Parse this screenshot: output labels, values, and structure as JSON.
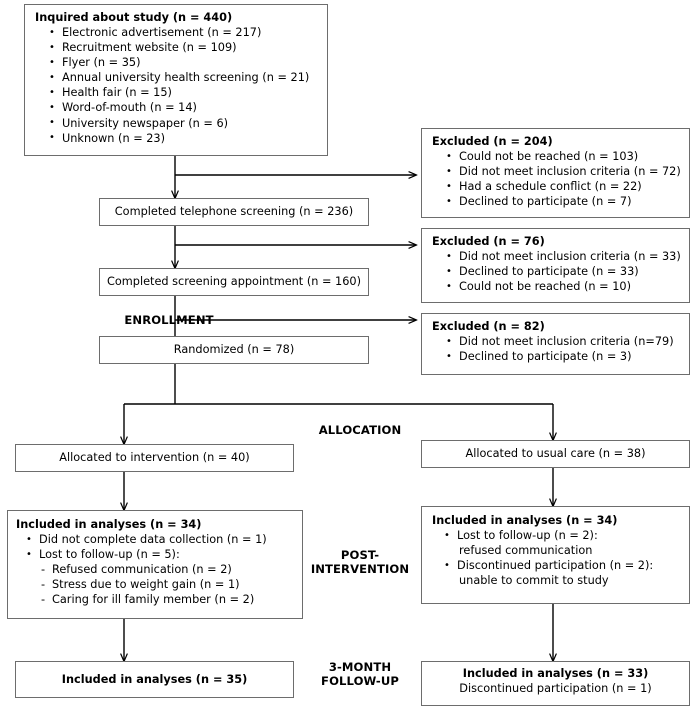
{
  "diagram": {
    "title": "CONSORT participant flow diagram",
    "line_color": "#000000",
    "box_border_color": "#6d6d6d"
  },
  "inquired": {
    "header": "Inquired about study (n = 440)",
    "items": [
      "Electronic advertisement (n = 217)",
      "Recruitment website (n = 109)",
      "Flyer (n = 35)",
      "Annual university health screening (n = 21)",
      "Health fair (n = 15)",
      "Word-of-mouth (n = 14)",
      "University newspaper (n = 6)",
      "Unknown (n = 23)"
    ]
  },
  "excluded_1": {
    "header": "Excluded (n = 204)",
    "items": [
      "Could not be reached (n = 103)",
      "Did not meet inclusion criteria (n = 72)",
      "Had a schedule conflict (n = 22)",
      "Declined to participate (n = 7)"
    ]
  },
  "telephone_screening": {
    "label": "Completed telephone screening (n = 236)"
  },
  "excluded_2": {
    "header": "Excluded (n = 76)",
    "items": [
      "Did not meet inclusion criteria (n = 33)",
      "Declined to participate (n = 33)",
      "Could not be reached (n = 10)"
    ]
  },
  "screening_appointment": {
    "label": "Completed screening appointment (n = 160)"
  },
  "excluded_3": {
    "header": "Excluded (n = 82)",
    "items": [
      "Did not meet inclusion criteria (n=79)",
      "Declined to participate (n = 3)"
    ]
  },
  "randomized": {
    "label": "Randomized (n = 78)"
  },
  "stages": {
    "enrollment": "ENROLLMENT",
    "allocation": "ALLOCATION",
    "post_intervention_line1": "POST-",
    "post_intervention_line2": "INTERVENTION",
    "followup_line1": "3-MONTH",
    "followup_line2": "FOLLOW-UP"
  },
  "allocation_left": {
    "label": "Allocated to intervention (n = 40)"
  },
  "allocation_right": {
    "label": "Allocated to usual care (n = 38)"
  },
  "post_left": {
    "header": "Included in analyses (n = 34)",
    "items": [
      "Did not complete data collection (n = 1)",
      "Lost to follow-up (n = 5):"
    ],
    "sub_items": [
      "Refused communication (n = 2)",
      "Stress due to weight gain (n = 1)",
      "Caring for ill family member (n = 2)"
    ]
  },
  "post_right": {
    "header": "Included in analyses (n = 34)",
    "items": [
      {
        "bullet": "Lost to follow-up (n = 2):",
        "cont": "refused communication"
      },
      {
        "bullet": "Discontinued participation (n = 2):",
        "cont": "unable to commit to study"
      }
    ]
  },
  "followup_left": {
    "header": "Included in analyses (n = 35)"
  },
  "followup_right": {
    "header": "Included in analyses (n = 33)",
    "sub": "Discontinued participation (n = 1)"
  }
}
